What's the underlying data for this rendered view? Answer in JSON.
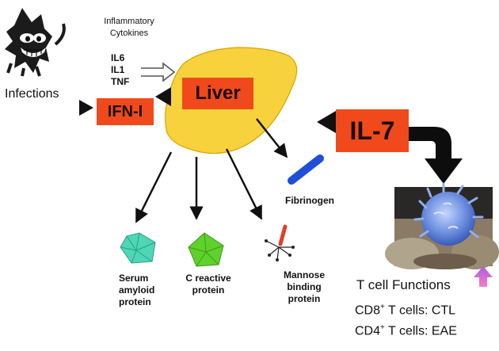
{
  "labels": {
    "infections": "Infections",
    "inflammatory_line1": "Inflammatory",
    "inflammatory_line2": "Cytokines",
    "cytokines": [
      "IL6",
      "IL1",
      "TNF"
    ],
    "ifn": "IFN-I",
    "liver": "Liver",
    "il7": "IL-7",
    "fibrinogen": "Fibrinogen",
    "serum_amyloid": [
      "Serum",
      "amyloid",
      "protein"
    ],
    "c_reactive": [
      "C reactive",
      "protein"
    ],
    "mannose": [
      "Mannose",
      "binding",
      "protein"
    ],
    "tcell_title": "T cell Functions",
    "cd8": {
      "prefix": "CD8",
      "sup": "+",
      "rest": " T cells: CTL"
    },
    "cd4": {
      "prefix": "CD4",
      "sup": "+",
      "rest": " T cells: EAE"
    }
  },
  "icons": [
    "virus-cat-icon",
    "open-arrow-icon",
    "liver-shape",
    "fibrinogen-icon",
    "serum-amyloid-icon",
    "c-reactive-protein-icon",
    "mannose-binding-icon",
    "tcell-micrograph",
    "up-arrow-icon"
  ],
  "colors": {
    "label_red": "#f04a1c",
    "liver_yellow": "#f8d23c",
    "fibrinogen_blue": "#1f4fd6",
    "serum_teal": "#4fd6b4",
    "crp_green": "#5fd12c",
    "mannose_red": "#e0402a",
    "tcell_blue": "#7fa0e8",
    "up_arrow": "#c070e0"
  }
}
